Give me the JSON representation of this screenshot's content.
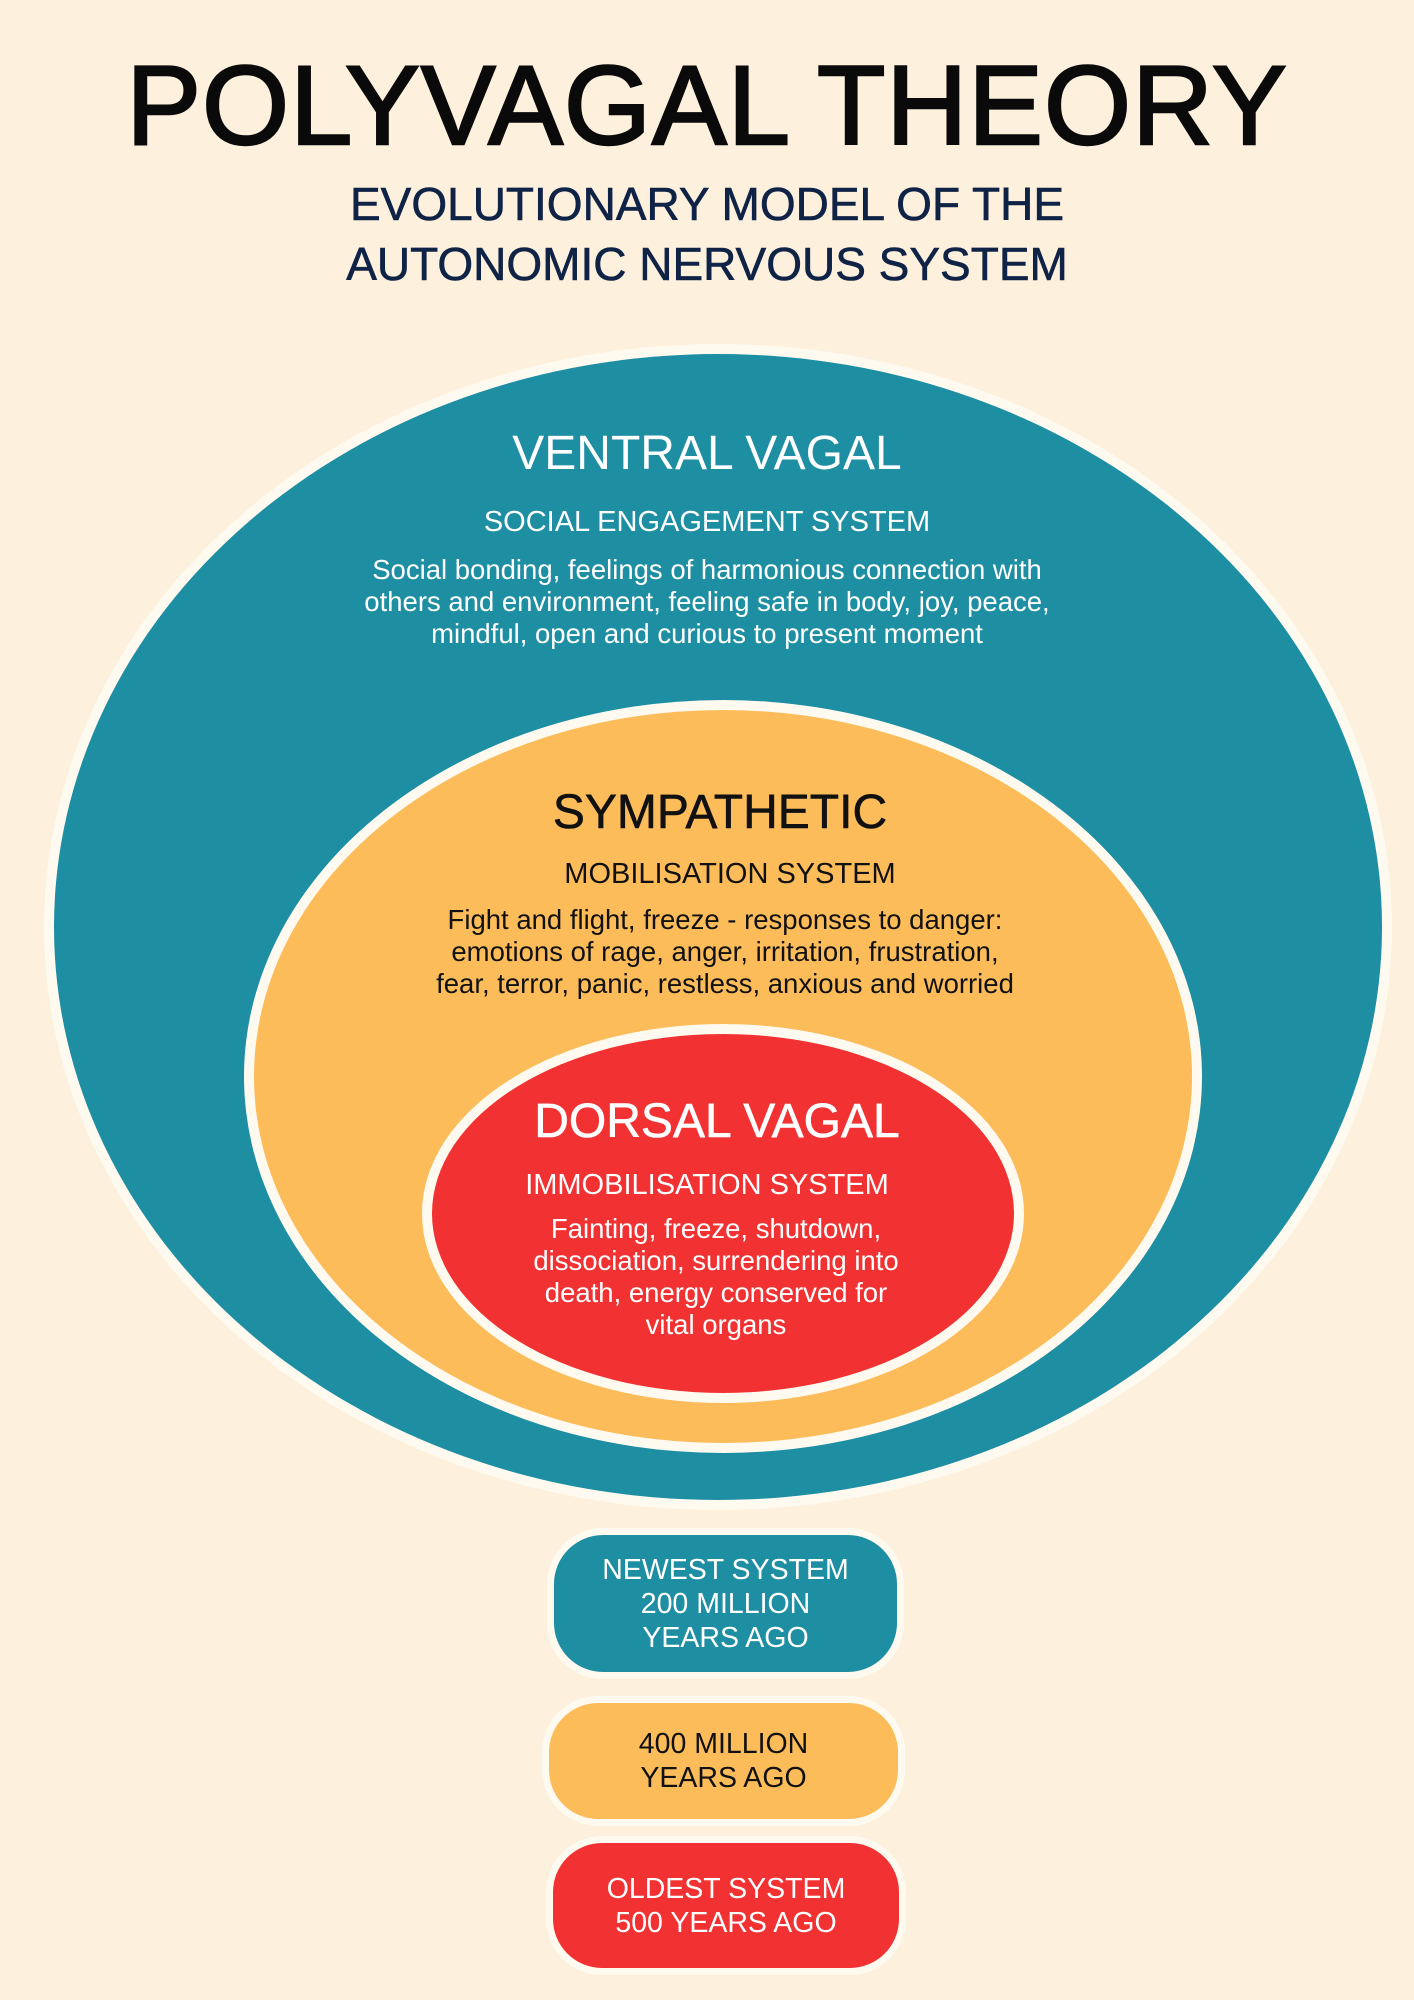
{
  "title": "POLYVAGAL THEORY",
  "subtitle_lines": [
    "EVOLUTIONARY MODEL OF THE",
    "AUTONOMIC NERVOUS SYSTEM"
  ],
  "colors": {
    "background": "#fdf0dc",
    "ventral": "#1e8ea3",
    "sympathetic": "#fcbc5a",
    "dorsal": "#f23232",
    "outline": "#fffaf0"
  },
  "layers": {
    "ventral": {
      "title": "VENTRAL VAGAL",
      "system": "SOCIAL ENGAGEMENT SYSTEM",
      "desc_lines": [
        "Social bonding, feelings of harmonious connection with",
        "others and environment, feeling safe in body, joy, peace,",
        "mindful, open and curious to present moment"
      ]
    },
    "sympathetic": {
      "title": "SYMPATHETIC",
      "system": "MOBILISATION SYSTEM",
      "desc_lines": [
        "Fight and flight, freeze - responses to danger:",
        "emotions of rage, anger, irritation, frustration,",
        "fear, terror, panic, restless, anxious and worried"
      ]
    },
    "dorsal": {
      "title": "DORSAL VAGAL",
      "system": "IMMOBILISATION SYSTEM",
      "desc_lines": [
        "Fainting, freeze, shutdown,",
        "dissociation, surrendering into",
        "death, energy conserved for",
        "vital organs"
      ]
    }
  },
  "timeline": [
    {
      "lines": [
        "NEWEST SYSTEM",
        "200 MILLION",
        "YEARS AGO"
      ]
    },
    {
      "lines": [
        "400 MILLION",
        "YEARS AGO"
      ]
    },
    {
      "lines": [
        "OLDEST SYSTEM",
        "500 YEARS AGO"
      ]
    }
  ]
}
